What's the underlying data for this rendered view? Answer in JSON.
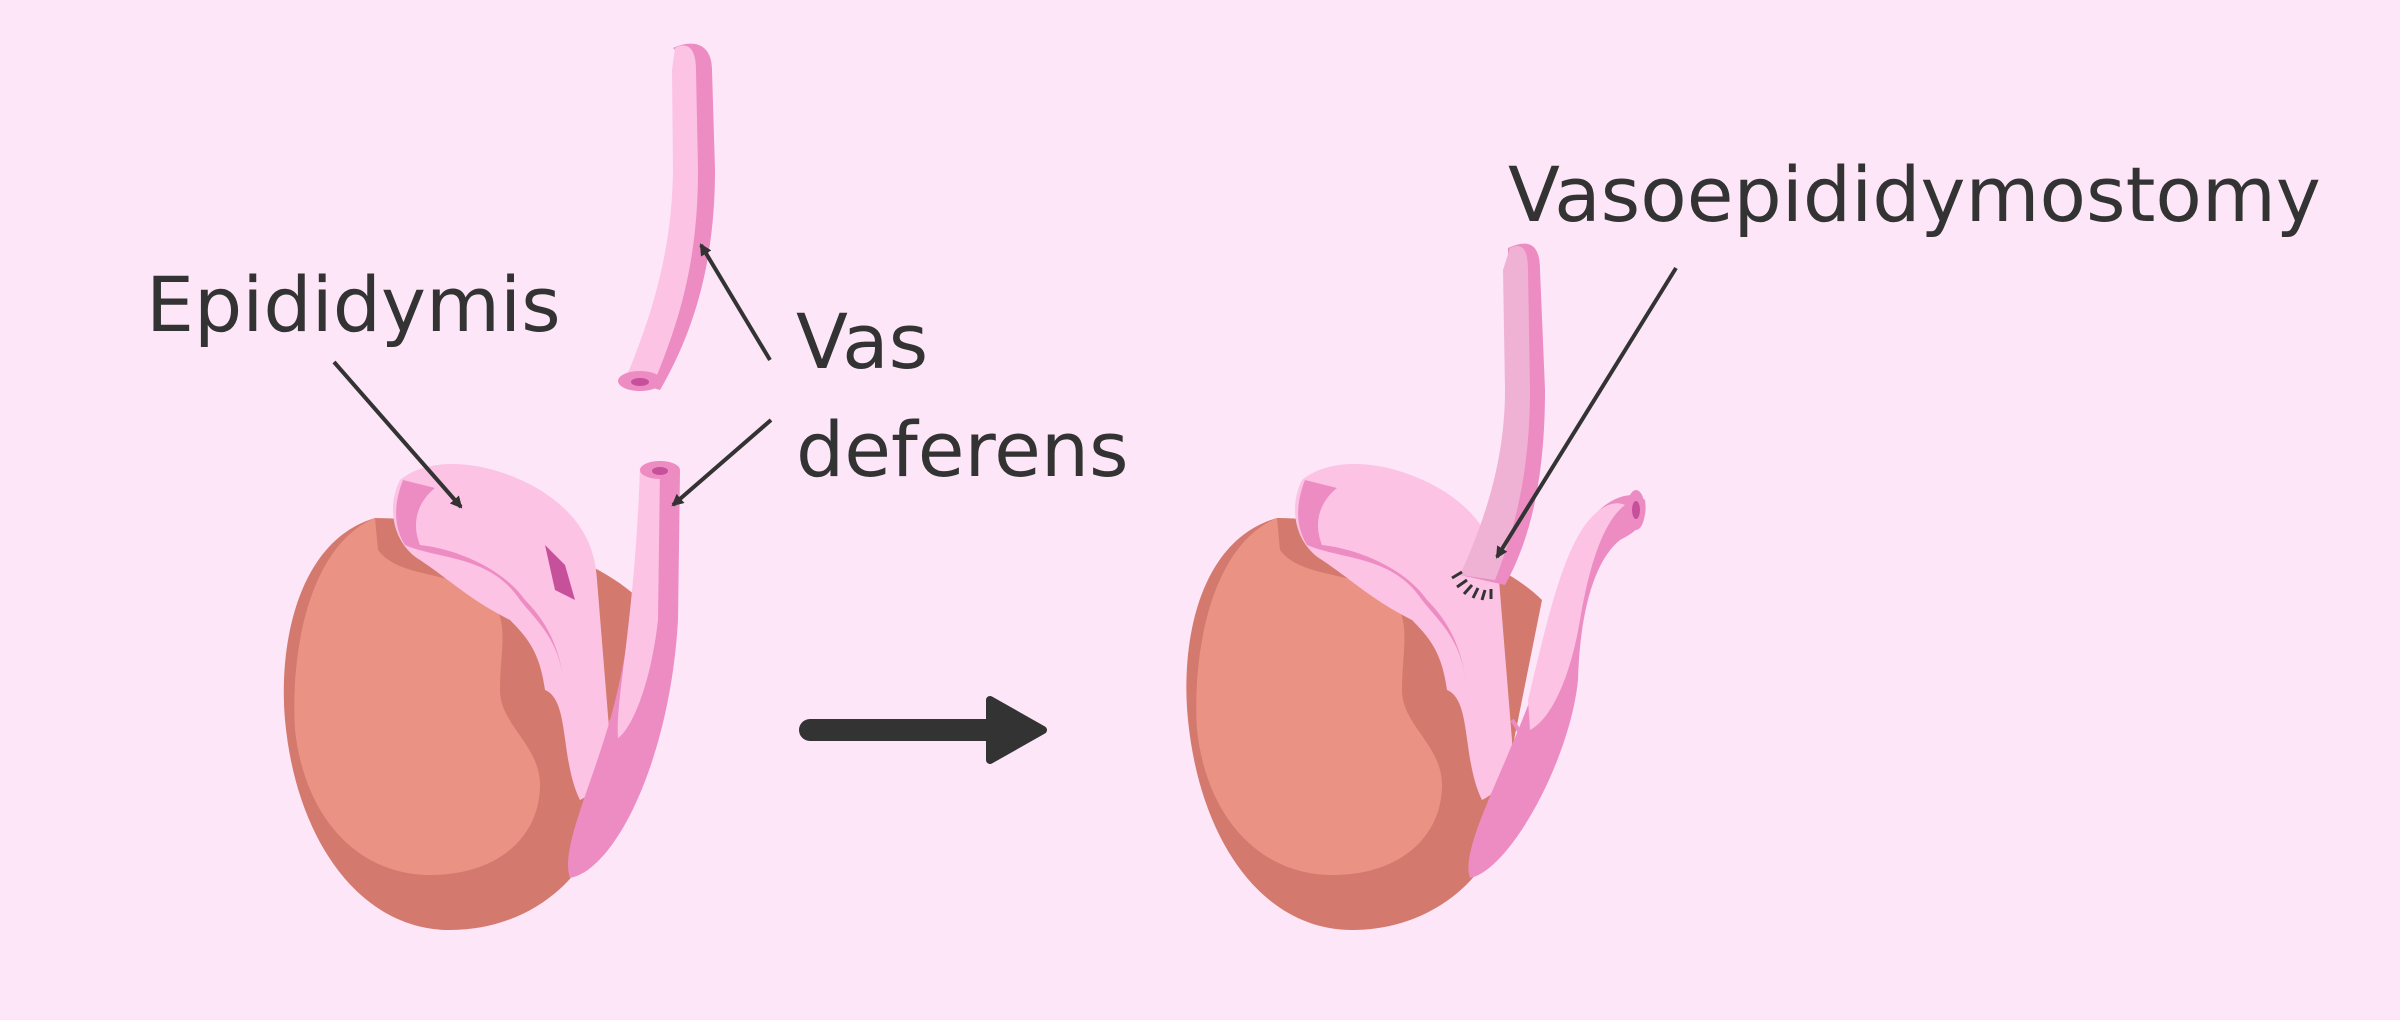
{
  "labels": {
    "epididymis": "Epididymis",
    "vas_line1": "Vas",
    "vas_line2": "deferens",
    "procedure": "Vasoepididymostomy"
  },
  "colors": {
    "background": "#fde6f8",
    "testis_shadow": "#d4796d",
    "testis_light": "#ea9284",
    "epididymis_light": "#fcc3e4",
    "epididymis_dark": "#ec8cc2",
    "vas_pale": "#f0b2d4",
    "text": "#333333",
    "arrow": "#333333"
  }
}
